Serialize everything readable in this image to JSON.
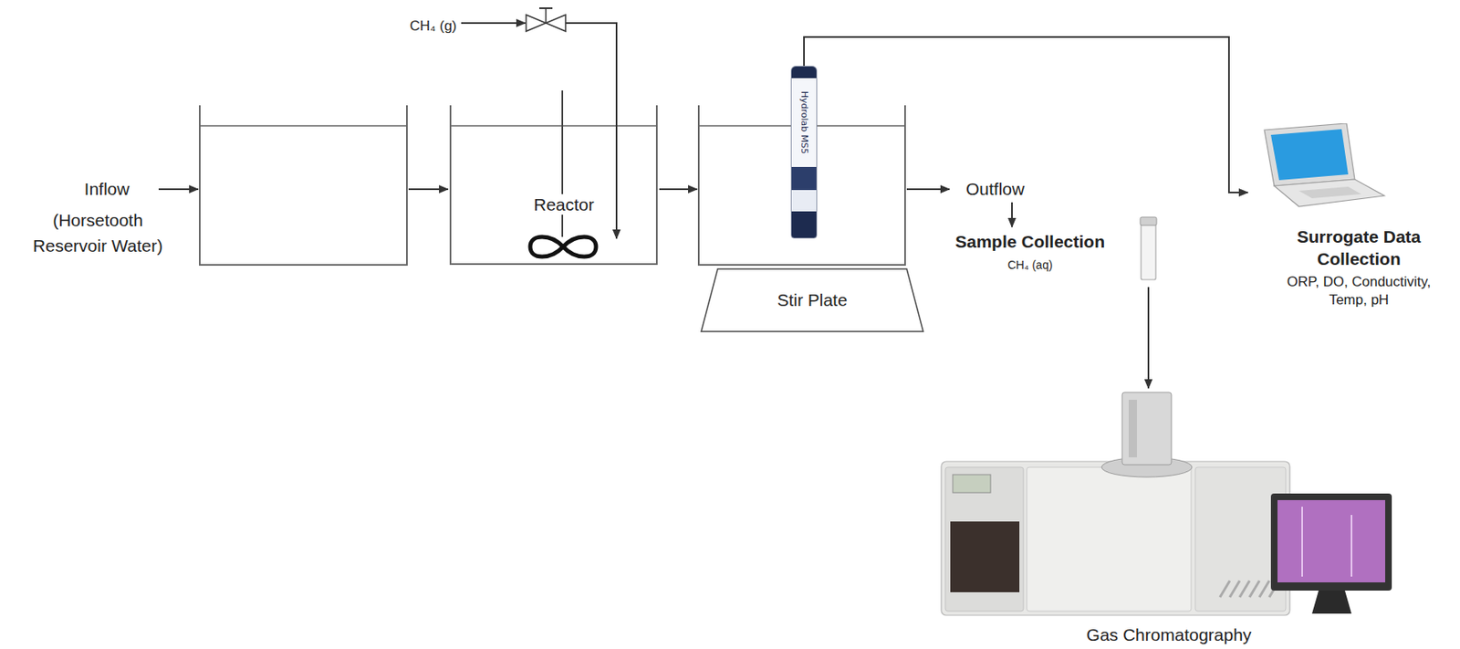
{
  "diagram": {
    "nodes": [
      {
        "text": [
          "Reactor"
        ]
      },
      {
        "text": [
          "Hydrolab MS5"
        ]
      },
      {
        "text": [
          "Stir Plate"
        ]
      },
      {
        "text": [
          "Surrogate Data Collection",
          "ORP, DO, Conductivity, Temp, pH"
        ]
      },
      {
        "text": [
          "Gas Chromatography"
        ]
      }
    ],
    "edges": [
      {
        "from": 1,
        "to": 3,
        "arrow": "to"
      }
    ],
    "labels": [
      "CH₄ (g)",
      "Inflow",
      "(Horsetooth Reservoir Water)",
      "Outflow",
      "Sample Collection",
      "CH₄ (aq)"
    ]
  }
}
